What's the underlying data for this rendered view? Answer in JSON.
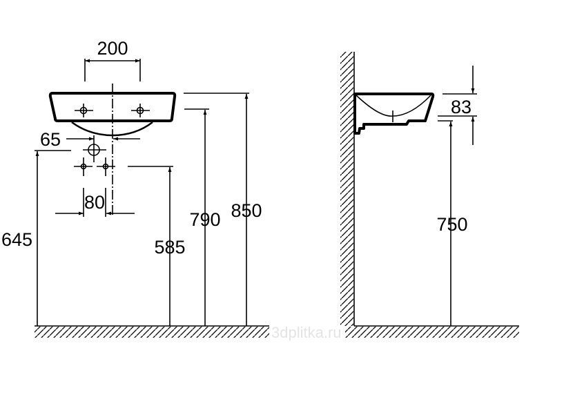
{
  "front_view": {
    "dimensions": {
      "tap_spacing": "200",
      "drain_offset": "65",
      "supply_spacing": "80",
      "drain_height": "645",
      "supply_height": "585",
      "bowl_bottom_height": "790",
      "top_height": "850"
    }
  },
  "side_view": {
    "dimensions": {
      "rim_thickness": "83",
      "underside_height": "750"
    }
  },
  "watermark": "3dplitka.ru",
  "colors": {
    "line": "#000000",
    "watermark": "#e4e4e4"
  }
}
